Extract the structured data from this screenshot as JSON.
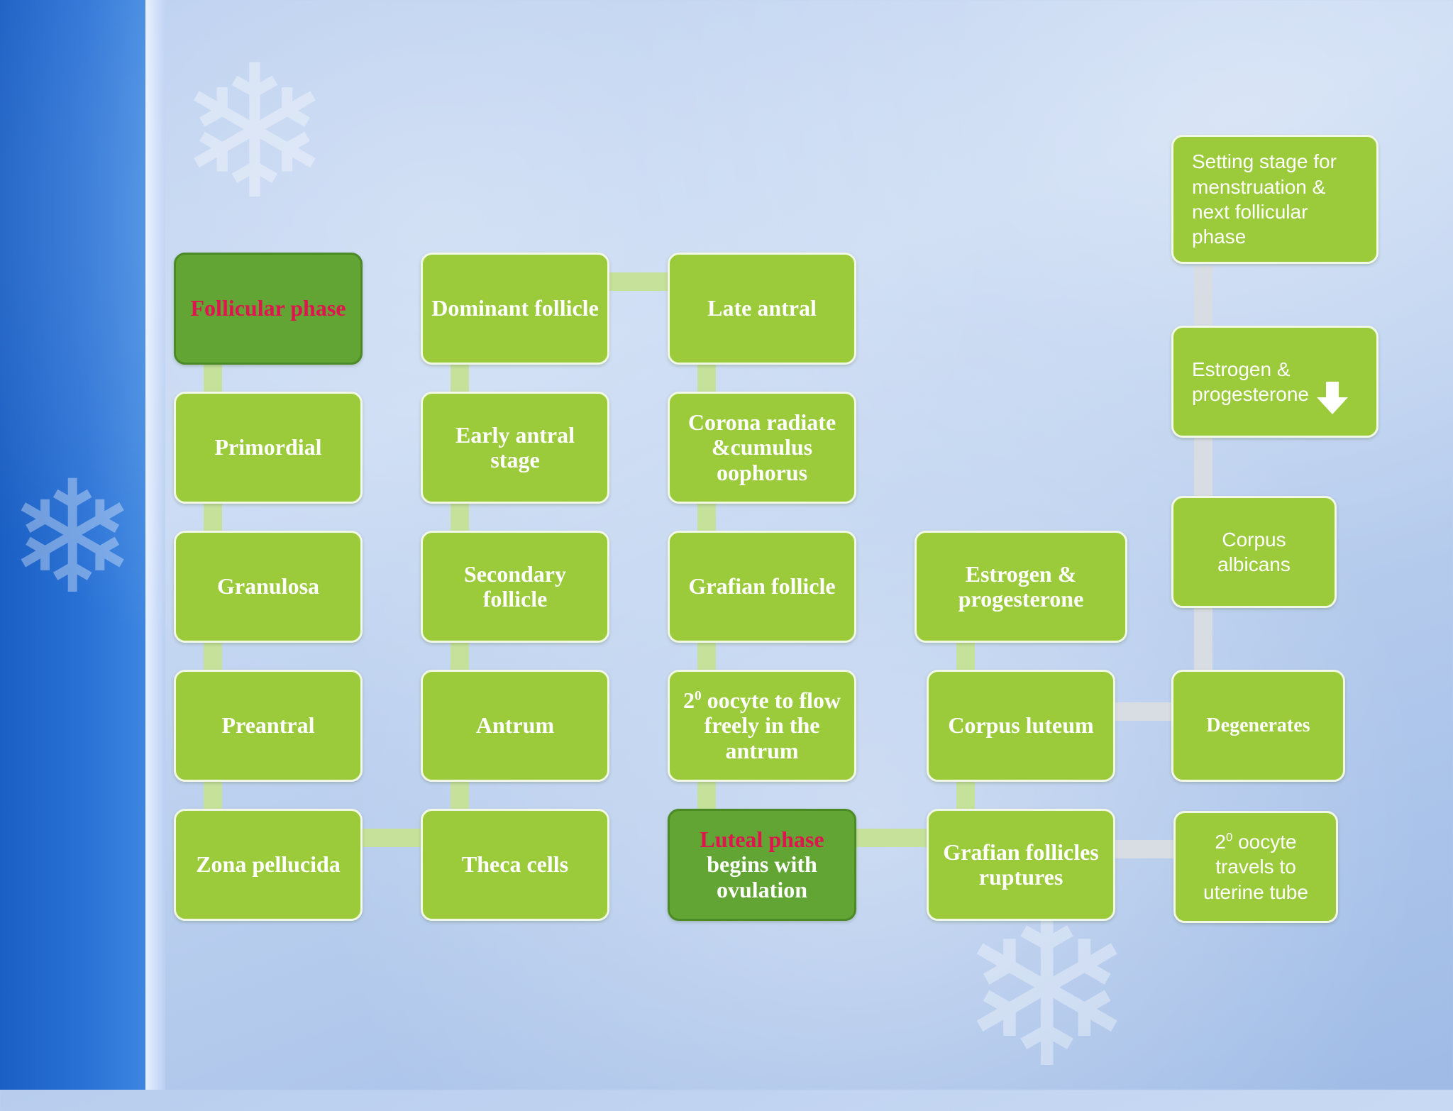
{
  "col1": {
    "follicular_phase": "Follicular phase",
    "primordial": "Primordial",
    "granulosa": "Granulosa",
    "preantral": "Preantral",
    "zona_pellucida": "Zona pellucida"
  },
  "col2": {
    "dominant_follicle": "Dominant follicle",
    "early_antral": "Early antral stage",
    "secondary_follicle": "Secondary follicle",
    "antrum": "Antrum",
    "theca_cells": "Theca cells"
  },
  "col3": {
    "late_antral": "Late antral",
    "corona": "Corona radiate &cumulus oophorus",
    "grafian_follicle": "Grafian follicle",
    "oocyte_prefix": "2",
    "oocyte_sup": "0",
    "oocyte_rest": " oocyte to flow freely in the antrum",
    "luteal_red": "Luteal phase",
    "luteal_rest": "begins with ovulation"
  },
  "col4": {
    "estrogen": "Estrogen & progesterone",
    "corpus_luteum": "Corpus luteum",
    "follicles_rupture": "Grafian follicles ruptures"
  },
  "col5": {
    "setting_stage": "Setting stage for menstruation & next follicular phase",
    "estrogen_down": "Estrogen & progesterone",
    "corpus_albicans": "Corpus albicans",
    "degenerates": "Degenerates",
    "travels_prefix": "2",
    "travels_sup": "0",
    "travels_rest": " oocyte travels to uterine tube"
  },
  "icons": {
    "down": "down-arrow-icon"
  },
  "colors": {
    "box": "#9bca3b",
    "box_dark": "#63a534",
    "highlight_text": "#e0144e"
  }
}
